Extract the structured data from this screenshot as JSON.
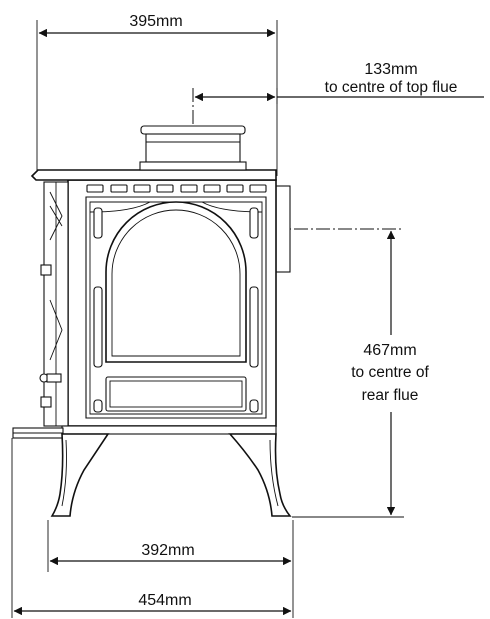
{
  "dimensions": {
    "top_width": "395mm",
    "top_flue_value": "133mm",
    "top_flue_caption": "to centre of top flue",
    "rear_flue_value": "467mm",
    "rear_flue_caption_1": "to centre of",
    "rear_flue_caption_2": "rear flue",
    "leg_width": "392mm",
    "overall_width": "454mm"
  }
}
